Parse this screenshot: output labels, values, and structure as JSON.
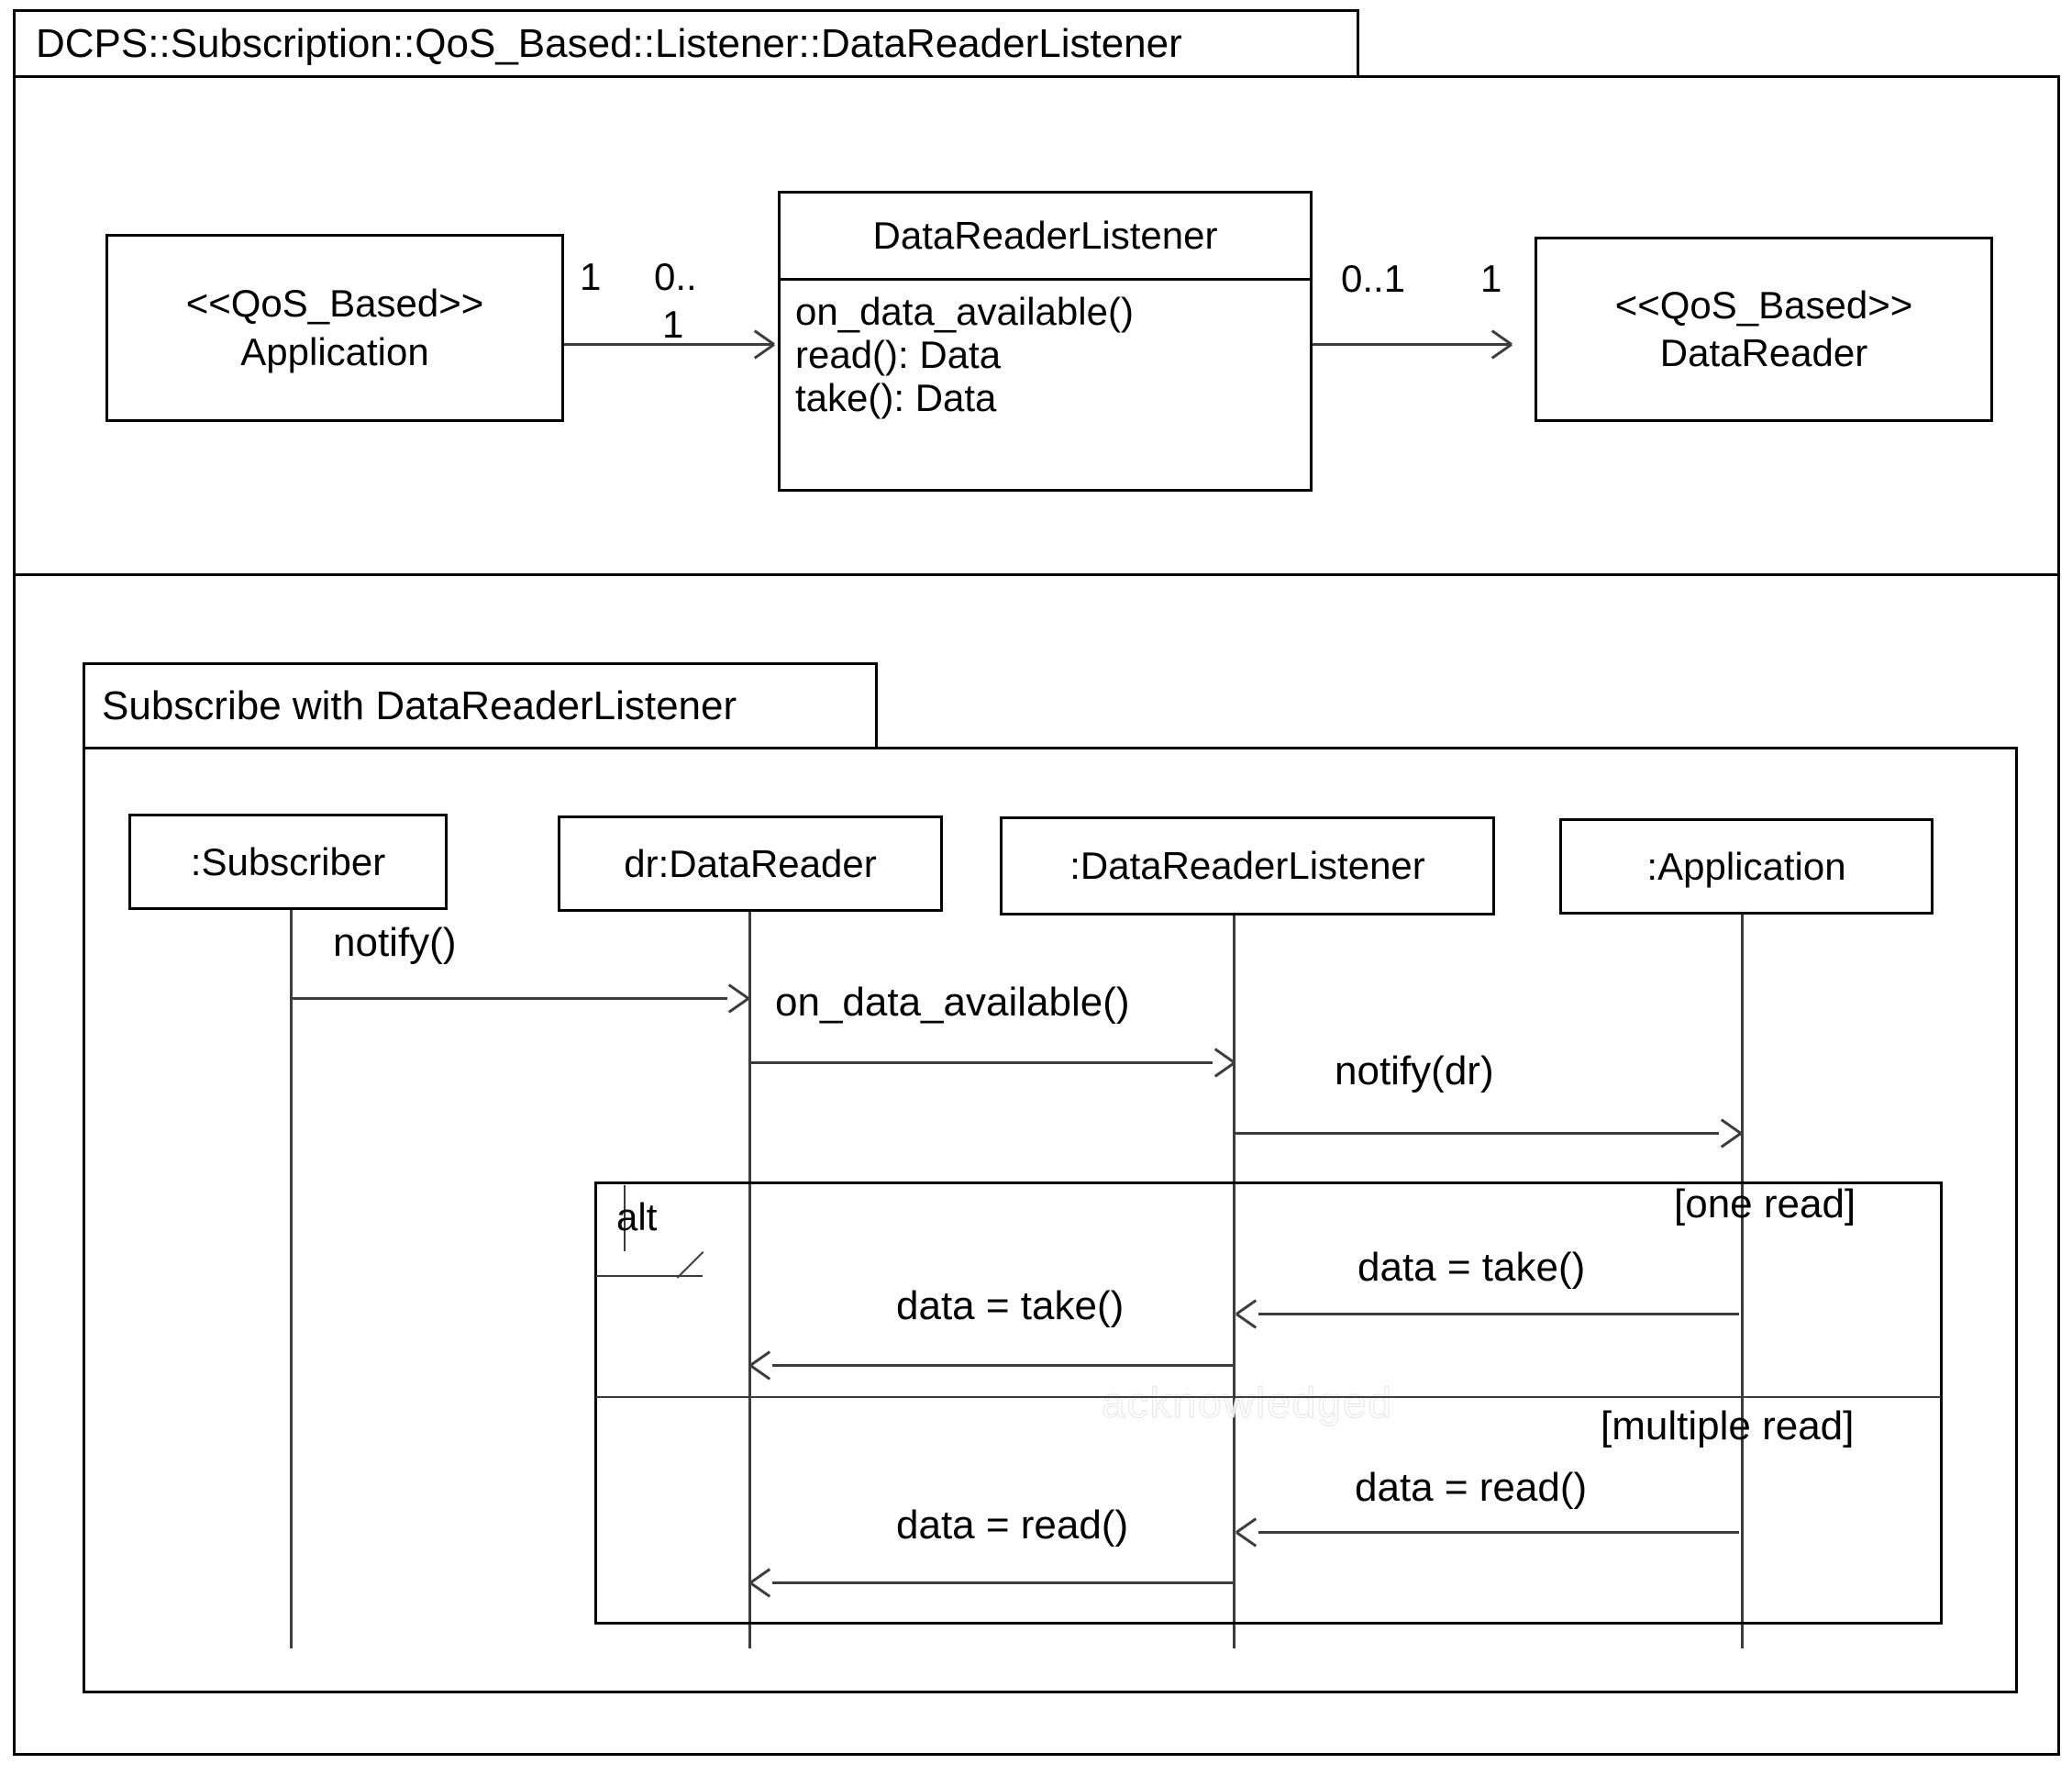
{
  "package": {
    "title": "DCPS::Subscription::QoS_Based::Listener::DataReaderListener"
  },
  "class_diagram": {
    "application_class": {
      "stereotype": "<<QoS_Based>>",
      "name": "Application"
    },
    "listener_class": {
      "name": "DataReaderListener",
      "operations": [
        "on_data_available()",
        "read(): Data",
        "take(): Data"
      ]
    },
    "datareader_class": {
      "stereotype": "<<QoS_Based>>",
      "name": "DataReader"
    },
    "associations": [
      {
        "source_multiplicity": "1",
        "target_multiplicity_top": "0..",
        "target_multiplicity_bottom": "1"
      },
      {
        "source_multiplicity": "0..1",
        "target_multiplicity": "1"
      }
    ]
  },
  "sequence_diagram": {
    "frame_label": "Subscribe with DataReaderListener",
    "lifelines": [
      {
        "label": ":Subscriber"
      },
      {
        "label": "dr:DataReader"
      },
      {
        "label": ":DataReaderListener"
      },
      {
        "label": ":Application"
      }
    ],
    "messages": [
      {
        "label": "notify()",
        "from": ":Subscriber",
        "to": "dr:DataReader",
        "direction": "right"
      },
      {
        "label": "on_data_available()",
        "from": "dr:DataReader",
        "to": ":DataReaderListener",
        "direction": "right"
      },
      {
        "label": "notify(dr)",
        "from": ":DataReaderListener",
        "to": ":Application",
        "direction": "right"
      }
    ],
    "alt_fragment": {
      "operator": "alt",
      "sections": [
        {
          "guard": "[one read]",
          "messages": [
            {
              "label": "data = take()",
              "from": ":Application",
              "to": ":DataReaderListener",
              "direction": "left"
            },
            {
              "label": "data = take()",
              "from": ":DataReaderListener",
              "to": "dr:DataReader",
              "direction": "left"
            }
          ]
        },
        {
          "guard": "[multiple read]",
          "messages": [
            {
              "label": "data = read()",
              "from": ":Application",
              "to": ":DataReaderListener",
              "direction": "left"
            },
            {
              "label": "data = read()",
              "from": ":DataReaderListener",
              "to": "dr:DataReader",
              "direction": "left"
            }
          ]
        }
      ]
    }
  },
  "watermark": {
    "text": "acknowledged"
  },
  "colors": {
    "stroke": "#000000",
    "connector": "#3c3c3c",
    "background": "#ffffff"
  }
}
